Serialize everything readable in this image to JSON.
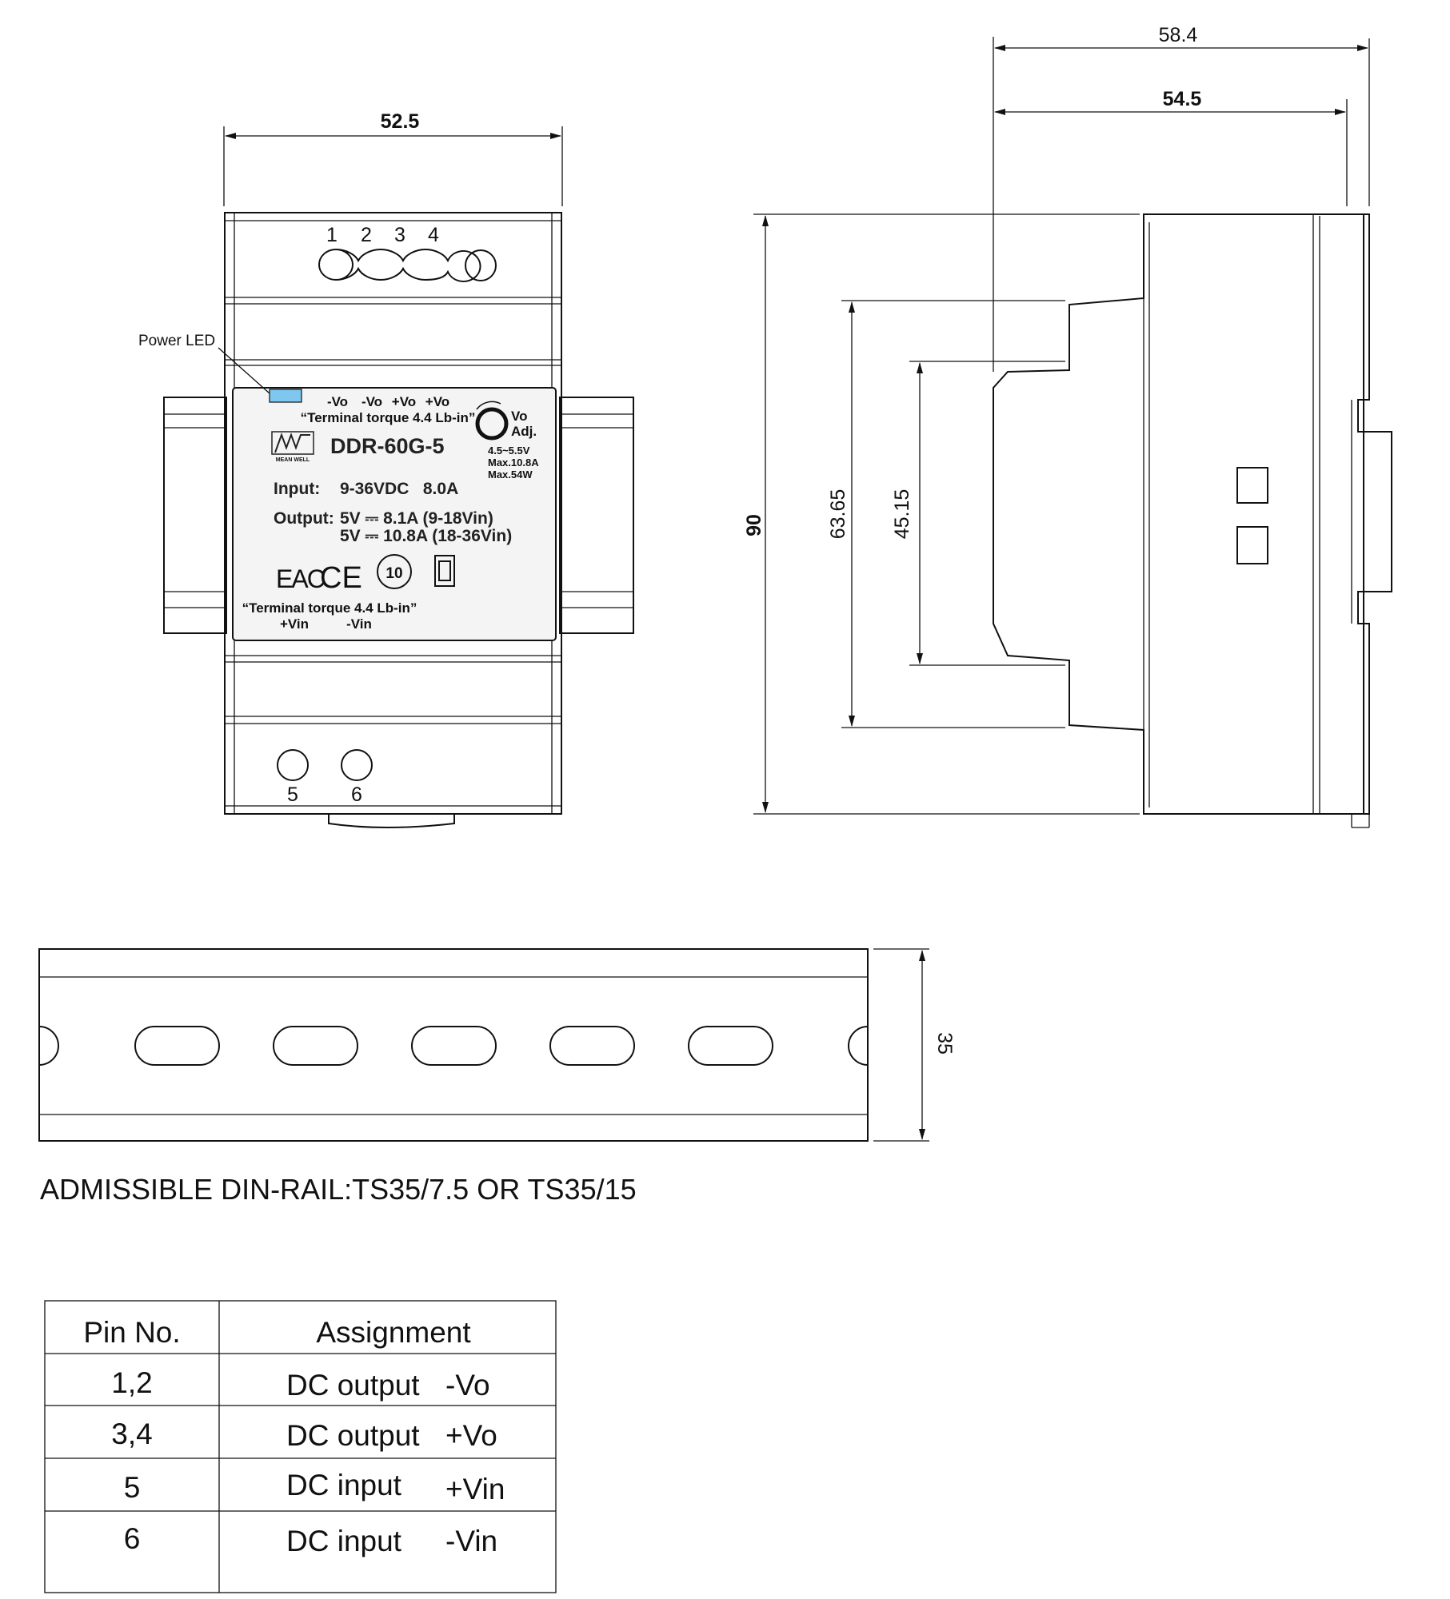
{
  "dimensions": {
    "front_width": "52.5",
    "side_depth_total": "58.4",
    "side_depth": "54.5",
    "height": "90",
    "step_outer": "63.65",
    "step_inner": "45.15",
    "rail_height": "35"
  },
  "front_view": {
    "top_pins": [
      "1",
      "2",
      "3",
      "4"
    ],
    "bottom_pins": [
      "5",
      "6"
    ],
    "power_led_label": "Power LED"
  },
  "label": {
    "output_terminals": [
      "-Vo",
      "-Vo",
      "+Vo",
      "+Vo"
    ],
    "torque_top": "“Terminal torque 4.4 Lb-in”",
    "model": "DDR-60G-5",
    "brand": "MEAN WELL",
    "vo_adj_line1": "Vo",
    "vo_adj_line2": "Adj.",
    "adj_range": "4.5~5.5V",
    "adj_max_current": "Max.10.8A",
    "adj_max_power": "Max.54W",
    "input_key": "Input:",
    "input_value": "9-36VDC   8.0A",
    "output_key": "Output:",
    "output_line1": "5V ⎓ 8.1A (9-18Vin)",
    "output_line2": "5V ⎓ 10.8A (18-36Vin)",
    "cert_eac": "EAC",
    "cert_ce": "CE",
    "cert_10": "10",
    "torque_bottom": "“Terminal torque 4.4 Lb-in”",
    "input_terminals": [
      "+Vin",
      "-Vin"
    ]
  },
  "rail_note": "ADMISSIBLE DIN-RAIL:TS35/7.5 OR TS35/15",
  "pin_table": {
    "headers": [
      "Pin No.",
      "Assignment"
    ],
    "rows": [
      {
        "pin": "1,2",
        "function": "DC output",
        "signal": "-Vo"
      },
      {
        "pin": "3,4",
        "function": "DC output",
        "signal": "+Vo"
      },
      {
        "pin": "5",
        "function": "DC input",
        "signal": "+Vin"
      },
      {
        "pin": "6",
        "function": "DC input",
        "signal": "-Vin"
      }
    ]
  },
  "colors": {
    "line": "#111111",
    "led": "#7ec8f0",
    "label_bg": "#f4f4f4"
  }
}
